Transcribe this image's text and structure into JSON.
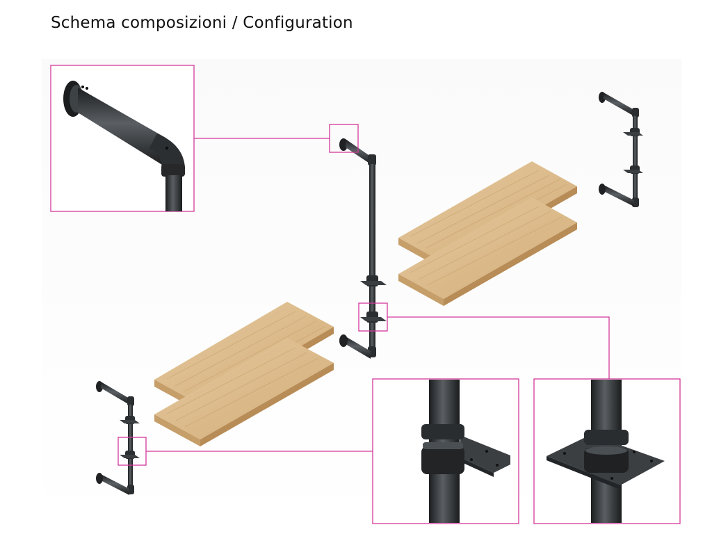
{
  "title": "Schema composizioni / Configuration",
  "colors": {
    "callout_frame": "#d4389b",
    "pipe": "#2b2e30",
    "wood": "#d9b98c",
    "wood_grain": "#c49a66",
    "background": "#ffffff"
  },
  "parts": [
    "wall-bracket-left",
    "wall-bracket-center",
    "wall-bracket-right",
    "shelf-board-left-upper",
    "shelf-board-left-lower",
    "shelf-board-right-upper",
    "shelf-board-right-lower"
  ],
  "callouts": [
    "detail-elbow-flange",
    "detail-shelf-clamp-front",
    "detail-shelf-clamp-plate"
  ]
}
